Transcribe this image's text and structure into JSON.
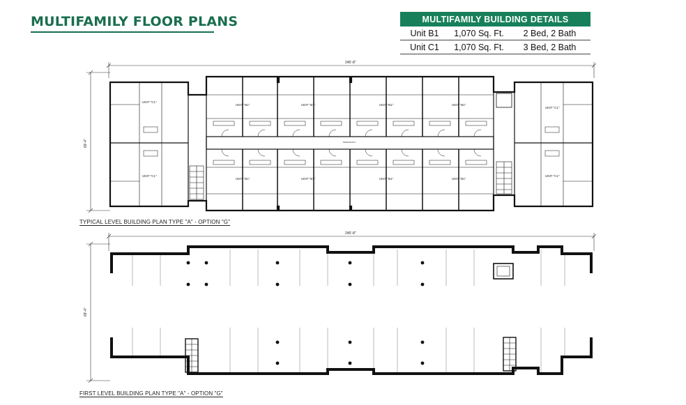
{
  "page": {
    "title": "MULTIFAMILY FLOOR PLANS"
  },
  "details": {
    "heading": "MULTIFAMILY BUILDING DETAILS",
    "rows": [
      {
        "unit": "Unit B1",
        "sqft": "1,070 Sq. Ft.",
        "beds": "2 Bed, 2 Bath"
      },
      {
        "unit": "Unit C1",
        "sqft": "1,070 Sq. Ft.",
        "beds": "3 Bed, 2 Bath"
      }
    ]
  },
  "typical_plan": {
    "caption": "TYPICAL LEVEL BUILDING PLAN TYPE \"A\" - OPTION \"G\"",
    "width_dim": "245'-8\"",
    "height_dim": "69'-4\"",
    "corridor_label": "BREEZEWAY",
    "unit_labels": {
      "b": "UNIT \"B1\"",
      "c": "UNIT \"C1\""
    }
  },
  "first_plan": {
    "caption": "FIRST LEVEL BUILDING PLAN TYPE \"A\" - OPTION \"G\"",
    "width_dim": "245'-8\"",
    "height_dim": "69'-4\""
  }
}
